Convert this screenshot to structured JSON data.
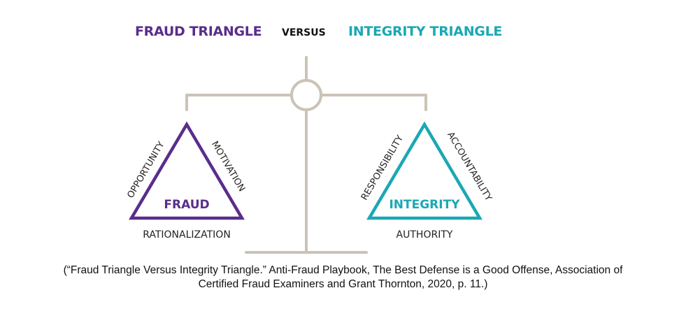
{
  "header": {
    "left_title": "FRAUD TRIANGLE",
    "middle_word": "VERSUS",
    "right_title": "INTEGRITY TRIANGLE"
  },
  "colors": {
    "fraud": "#5a2d8c",
    "integrity": "#1aa8b4",
    "scale": "#cbc3b6",
    "text": "#222222"
  },
  "fraud_triangle": {
    "center_label": "FRAUD",
    "left_side": "OPPORTUNITY",
    "right_side": "MOTIVATION",
    "base": "RATIONALIZATION"
  },
  "integrity_triangle": {
    "center_label": "INTEGRITY",
    "left_side": "RESPONSIBILITY",
    "right_side": "ACCOUNTABILITY",
    "base": "AUTHORITY"
  },
  "caption": {
    "line1": "(“Fraud Triangle Versus Integrity Triangle.” Anti-Fraud Playbook, The Best Defense is a Good Offense, Association of",
    "line2": "Certified Fraud Examiners and Grant Thornton, 2020, p. 11.)"
  }
}
